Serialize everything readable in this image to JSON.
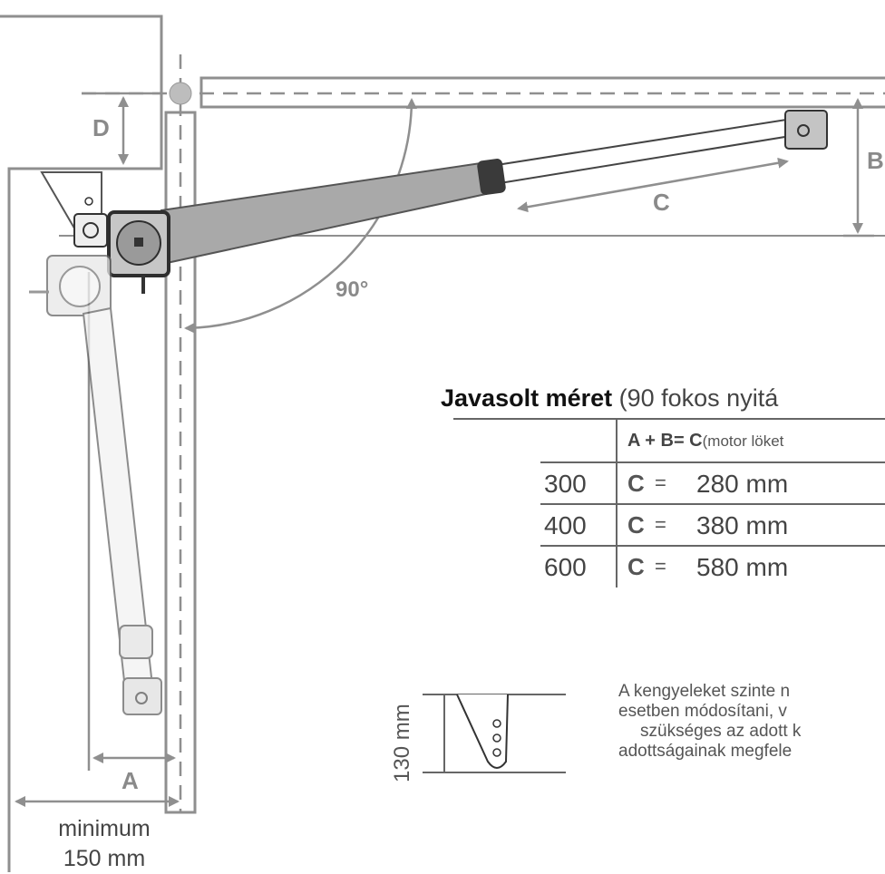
{
  "labels": {
    "d": "D",
    "b": "B",
    "c": "C",
    "a": "A",
    "angle": "90°"
  },
  "table": {
    "heading_bold": "Javasolt méret",
    "heading_rest": "(90 fokos nyitá",
    "formula": "A + B= C",
    "formula_note": "(motor löket",
    "rows": [
      {
        "ab": "300",
        "c": "C",
        "eq": "=",
        "value": "280 mm"
      },
      {
        "ab": "400",
        "c": "C",
        "eq": "=",
        "value": "380 mm"
      },
      {
        "ab": "600",
        "c": "C",
        "eq": "=",
        "value": "580 mm"
      }
    ]
  },
  "minimum": {
    "line1": "minimum",
    "line2": "150 mm"
  },
  "bracket": {
    "height_label": "130 mm"
  },
  "note": {
    "lines": [
      "A kengyeleket szinte n",
      "esetben  módosítani, v",
      "szükséges az adott k",
      "adottságainak megfele"
    ]
  },
  "colors": {
    "line": "#8f8f8f",
    "arm": "#a9a9a9",
    "dark": "#3a3a3a",
    "text": "#555555"
  }
}
